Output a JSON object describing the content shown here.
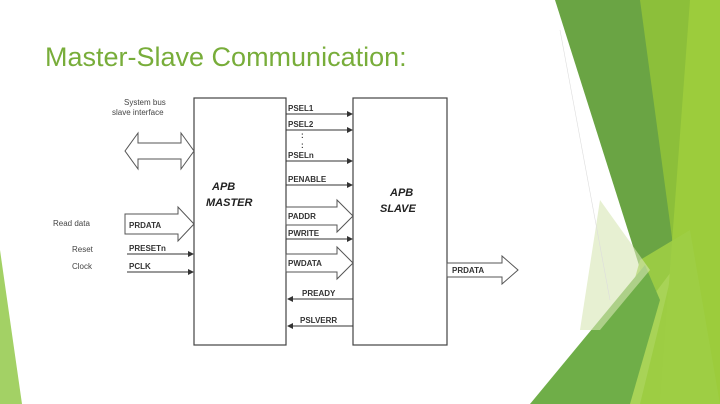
{
  "slide": {
    "title": "Master-Slave Communication:",
    "accent_color": "#78ad3a"
  },
  "diagram": {
    "master": {
      "line1": "APB",
      "line2": "MASTER"
    },
    "slave": {
      "line1": "APB",
      "line2": "SLAVE"
    },
    "left_labels": {
      "system_bus_1": "System bus",
      "system_bus_2": "slave interface",
      "read_data": "Read data",
      "reset": "Reset",
      "clock": "Clock"
    },
    "master_inputs": {
      "prdata": "PRDATA",
      "presetn": "PRESETn",
      "pclk": "PCLK"
    },
    "signals": {
      "psel1": "PSEL1",
      "psel2": "PSEL2",
      "dots": ":",
      "pseln": "PSELn",
      "penable": "PENABLE",
      "paddr": "PADDR",
      "pwrite": "PWRITE",
      "pwdata": "PWDATA",
      "pready": "PREADY",
      "pslverr": "PSLVERR"
    },
    "slave_output": "PRDATA"
  }
}
